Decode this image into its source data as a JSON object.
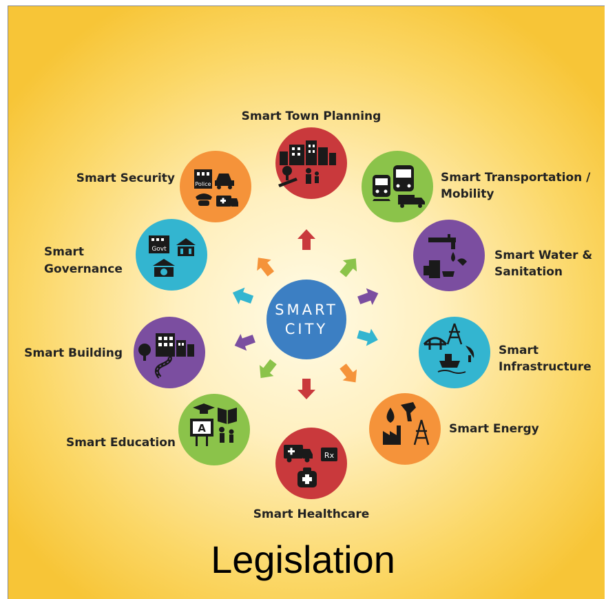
{
  "center": {
    "line1": "SMART",
    "line2": "CITY",
    "color": "#3c7fc3"
  },
  "footer": {
    "title": "Legislation"
  },
  "sectors": [
    {
      "id": "town-planning",
      "name": "Smart Town Planning",
      "color": "#c9393c"
    },
    {
      "id": "transportation",
      "name": "Smart Transportation /",
      "name2": "Mobility",
      "color": "#8bc34a"
    },
    {
      "id": "water",
      "name": "Smart Water &",
      "name2": "Sanitation",
      "color": "#7b4ea0"
    },
    {
      "id": "infrastructure",
      "name": "Smart",
      "name2": "Infrastructure",
      "color": "#33b5d0"
    },
    {
      "id": "energy",
      "name": "Smart Energy",
      "color": "#f5933a"
    },
    {
      "id": "healthcare",
      "name": "Smart Healthcare",
      "color": "#c9393c"
    },
    {
      "id": "education",
      "name": "Smart Education",
      "color": "#8bc34a"
    },
    {
      "id": "building",
      "name": "Smart Building",
      "color": "#7b4ea0"
    },
    {
      "id": "governance",
      "name": "Smart",
      "name2": "Governance",
      "color": "#33b5d0"
    },
    {
      "id": "security",
      "name": "Smart Security",
      "color": "#f5933a"
    }
  ],
  "icon_text": {
    "police": "Police",
    "govt": "Govt",
    "rx": "Rx",
    "board": "A"
  }
}
